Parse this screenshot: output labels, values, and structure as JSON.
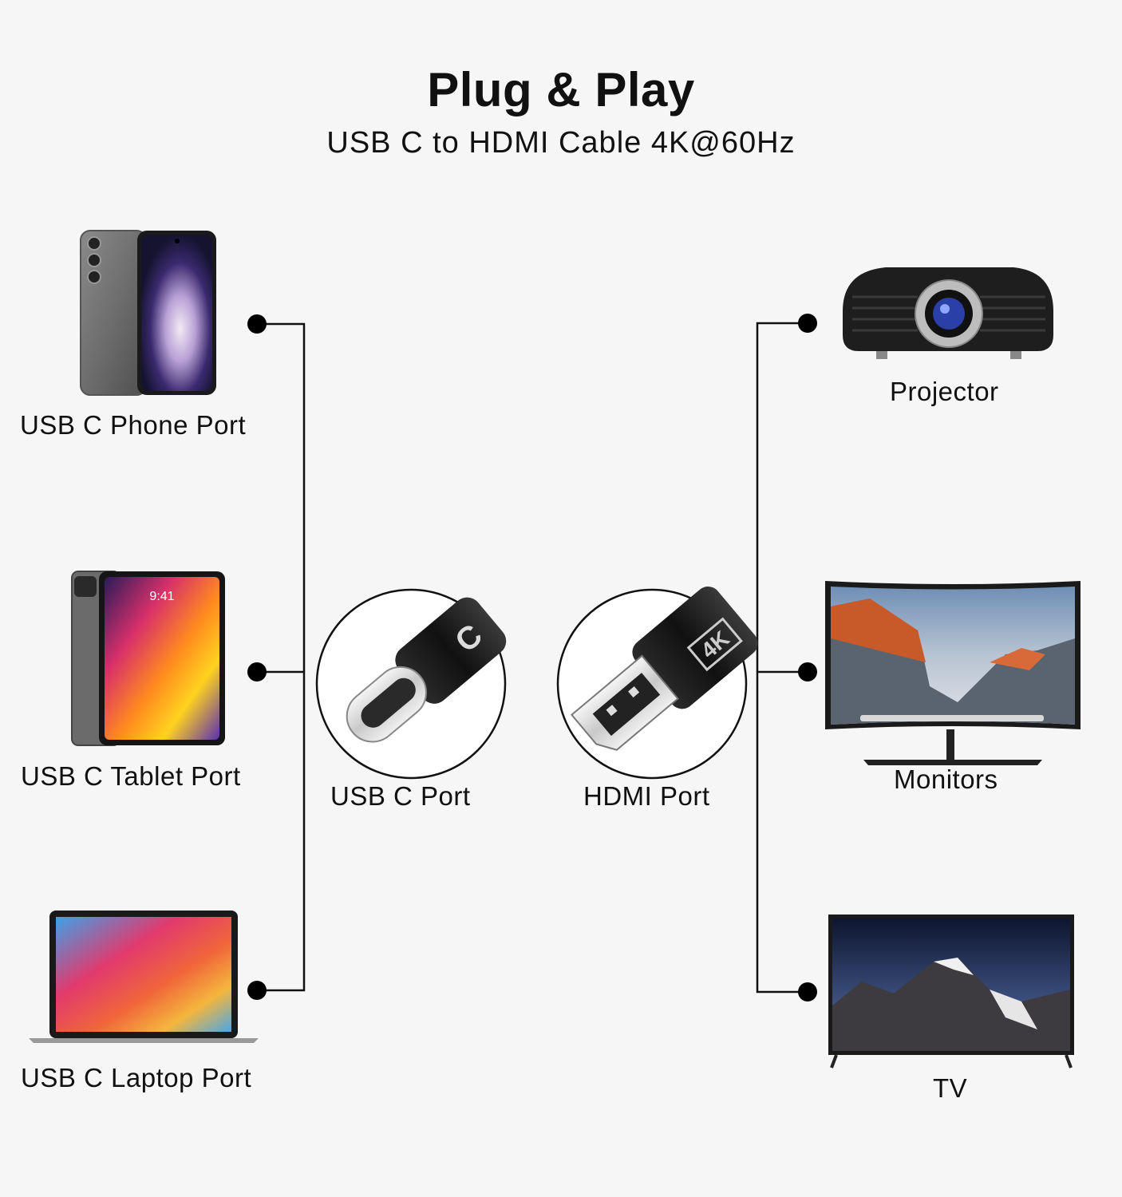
{
  "header": {
    "title": "Plug & Play",
    "subtitle": "USB C to HDMI Cable 4K@60Hz"
  },
  "sources": [
    {
      "label": "USB C Phone Port",
      "icon": "smartphone-icon"
    },
    {
      "label": "USB C Tablet Port",
      "icon": "tablet-icon"
    },
    {
      "label": "USB C Laptop Port",
      "icon": "laptop-icon"
    }
  ],
  "cable": {
    "usbc_label": "USB C Port",
    "usbc_connector_mark": "C",
    "hdmi_label": "HDMI Port",
    "hdmi_badge": "4K"
  },
  "displays": [
    {
      "label": "Projector",
      "icon": "projector-icon"
    },
    {
      "label": "Monitors",
      "icon": "monitor-icon"
    },
    {
      "label": "TV",
      "icon": "tv-icon"
    }
  ],
  "colors": {
    "background": "#f6f6f6",
    "line": "#111111",
    "connector_body": "#1b1b1b"
  }
}
